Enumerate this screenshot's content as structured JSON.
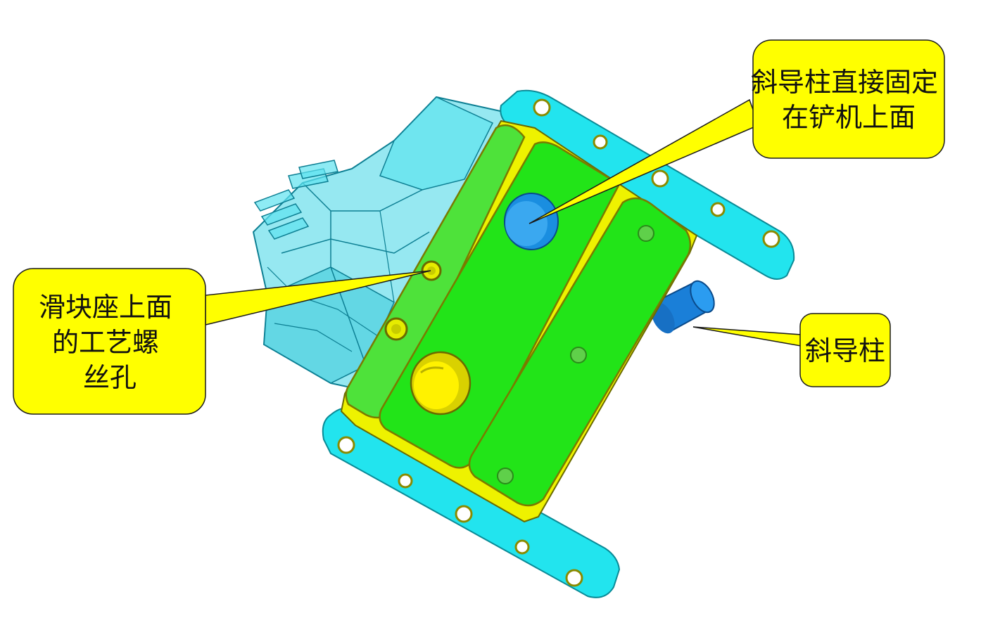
{
  "callouts": {
    "guide_pin_fixed": {
      "lines": [
        "斜导柱直接固定",
        "在铲机上面"
      ]
    },
    "process_screw_hole": {
      "lines": [
        "滑块座上面",
        "的工艺螺",
        "丝孔"
      ]
    },
    "guide_pin": {
      "lines": [
        "斜导柱"
      ]
    }
  },
  "colors": {
    "callout_fill": "#ffff00",
    "callout_border": "#1a1a1a",
    "mold_plate": "#00ee00",
    "slider_frame": "#e6f000",
    "cyan_flange": "#1ee6f0",
    "translucent_part": "#2fd8e8",
    "guide_pin_blue": "#1e90e8",
    "bore_yellow": "#f2ea00"
  }
}
